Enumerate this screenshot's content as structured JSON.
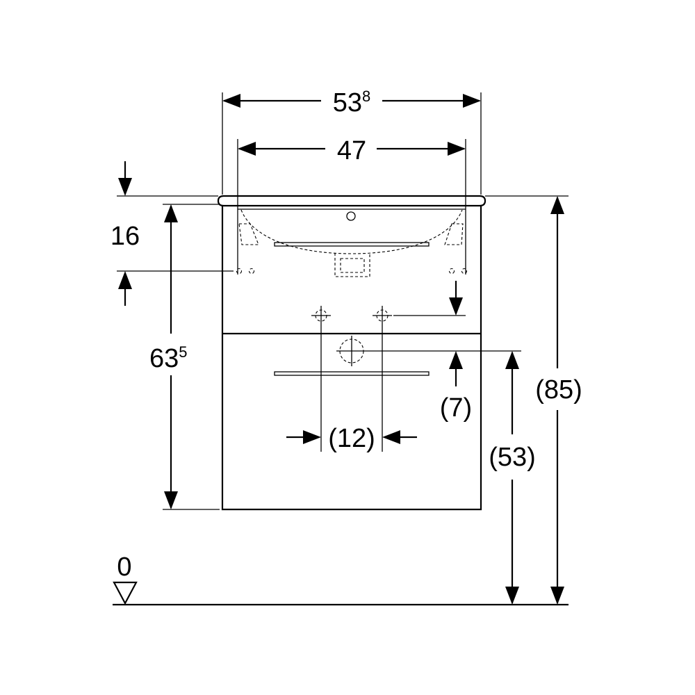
{
  "dimensions": {
    "overall_width": {
      "main": "53",
      "sup": "8"
    },
    "basin_width": "47",
    "tap_hole_depth": "16",
    "cabinet_height": {
      "main": "63",
      "sup": "5"
    },
    "overall_height": "(85)",
    "waste_height": "(53)",
    "waste_offset": "(7)",
    "supply_spacing": "(12)",
    "floor_level": "0"
  }
}
